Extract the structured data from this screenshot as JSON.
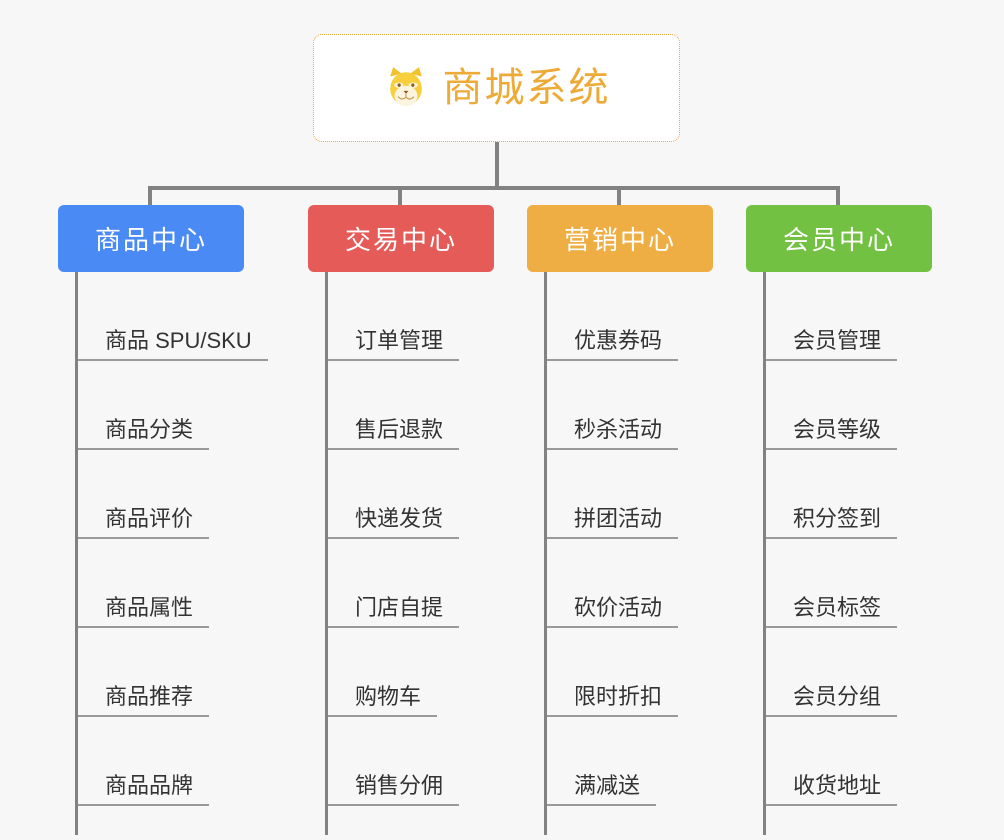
{
  "page": {
    "background_color": "#f7f7f7",
    "connector_color": "#828282",
    "leaf_text_color": "#333333",
    "leaf_rule_color": "#9a9a9a"
  },
  "root": {
    "title": "商城系统",
    "icon": "shiba-dog-icon",
    "text_color": "#eeaa36",
    "border_color": "#e8a33d",
    "background_color": "#ffffff"
  },
  "columns": [
    {
      "id": "product-center",
      "title": "商品中心",
      "color": "#4a8af4",
      "items": [
        "商品 SPU/SKU",
        "商品分类",
        "商品评价",
        "商品属性",
        "商品推荐",
        "商品品牌"
      ]
    },
    {
      "id": "trade-center",
      "title": "交易中心",
      "color": "#e45b58",
      "items": [
        "订单管理",
        "售后退款",
        "快递发货",
        "门店自提",
        "购物车",
        "销售分佣"
      ]
    },
    {
      "id": "marketing-center",
      "title": "营销中心",
      "color": "#eeae43",
      "items": [
        "优惠券码",
        "秒杀活动",
        "拼团活动",
        "砍价活动",
        "限时折扣",
        "满减送"
      ]
    },
    {
      "id": "member-center",
      "title": "会员中心",
      "color": "#72c142",
      "items": [
        "会员管理",
        "会员等级",
        "积分签到",
        "会员标签",
        "会员分组",
        "收货地址"
      ]
    }
  ]
}
